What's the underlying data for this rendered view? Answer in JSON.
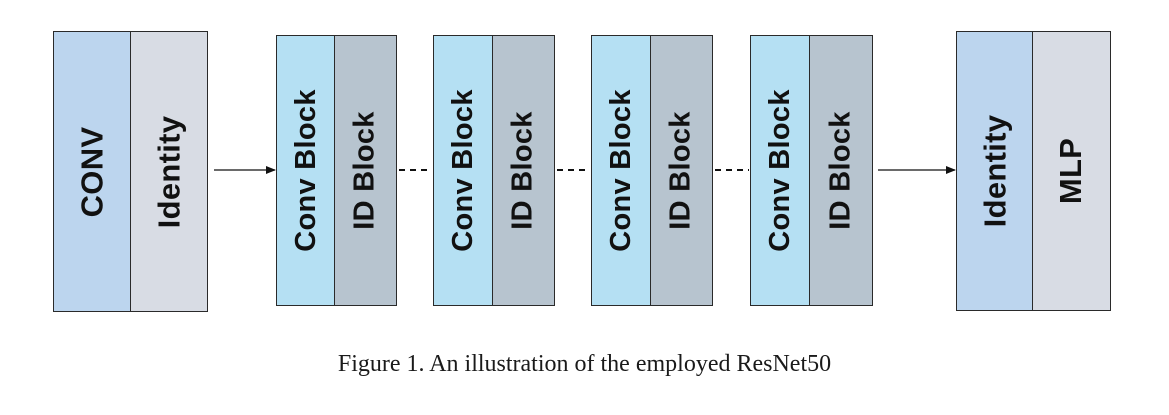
{
  "colors": {
    "conv_outer": "#bcd5ee",
    "identity_outer": "#d8dce4",
    "conv_block": "#b5e0f3",
    "id_block": "#b7c4cf",
    "identity_right": "#bcd5ee",
    "mlp": "#d8dce4",
    "stroke": "#2a2a2a"
  },
  "blocks": {
    "conv": "CONV",
    "identity_left": "Identity",
    "stage1": {
      "conv_block": "Conv Block",
      "id_block": "ID Block"
    },
    "stage2": {
      "conv_block": "Conv Block",
      "id_block": "ID Block"
    },
    "stage3": {
      "conv_block": "Conv Block",
      "id_block": "ID Block"
    },
    "stage4": {
      "conv_block": "Conv Block",
      "id_block": "ID Block"
    },
    "identity_right": "Identity",
    "mlp": "MLP"
  },
  "caption": "Figure 1. An illustration of the employed ResNet50"
}
